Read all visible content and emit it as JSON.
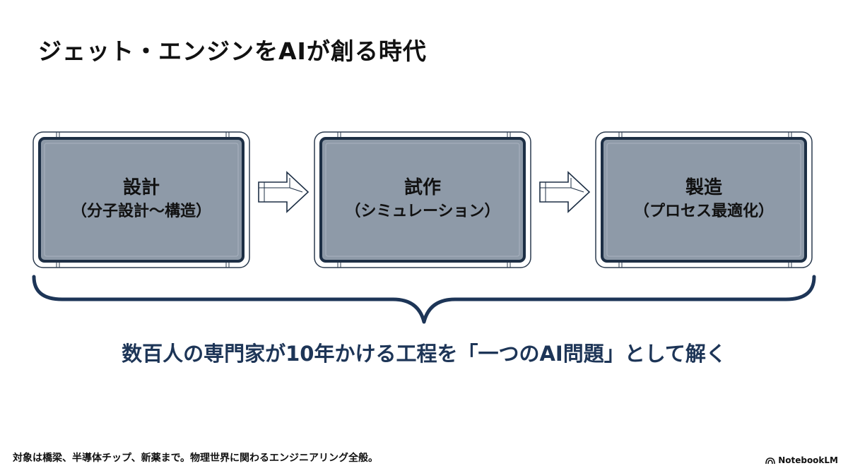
{
  "title": "ジェット・エンジンをAIが創る時代",
  "stages": [
    {
      "name": "設計",
      "detail": "（分子設計〜構造）"
    },
    {
      "name": "試作",
      "detail": "（シミュレーション）"
    },
    {
      "name": "製造",
      "detail": "（プロセス最適化）"
    }
  ],
  "summary": "数百人の専門家が10年かける工程を「一つのAI問題」として解く",
  "footnote": "対象は橋梁、半導体チップ、新薬まで。物理世界に関わるエンジニアリング全般。",
  "brand": {
    "label": "NotebookLM",
    "icon": "notebooklm-logo-icon"
  },
  "colors": {
    "panel_fill": "#8e9aa8",
    "panel_border": "#1d2f45",
    "accent": "#1d3557"
  }
}
